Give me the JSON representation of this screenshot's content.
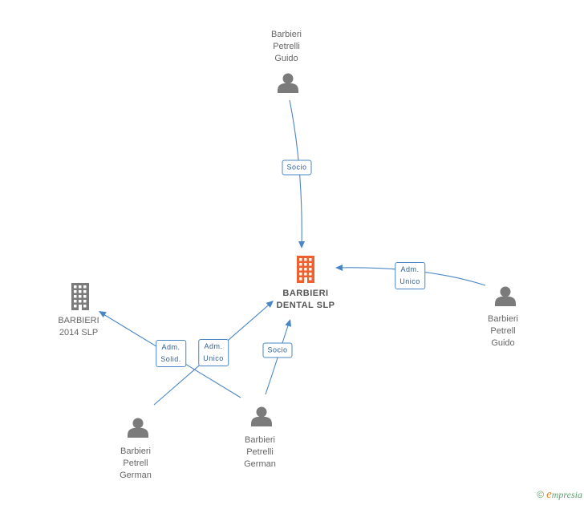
{
  "colors": {
    "edge": "#4a86c5",
    "person_icon": "#7b7b7b",
    "company_icon": "#7b7b7b",
    "focus_company_icon": "#f0602e",
    "brand_accent": "#f08a2c",
    "brand_text": "#5aa36a"
  },
  "nodes": [
    {
      "id": "guido_top",
      "type": "person",
      "label": "Barbieri\nPetrelli\nGuido"
    },
    {
      "id": "dental",
      "type": "company",
      "focus": true,
      "label": "BARBIERI\nDENTAL SLP"
    },
    {
      "id": "slp2014",
      "type": "company",
      "label": "BARBIERI\n2014  SLP"
    },
    {
      "id": "guido_right",
      "type": "person",
      "label": "Barbieri\nPetrell\nGuido"
    },
    {
      "id": "german_left",
      "type": "person",
      "label": "Barbieri\nPetrell\nGerman"
    },
    {
      "id": "german_mid",
      "type": "person",
      "label": "Barbieri\nPetrelli\nGerman"
    }
  ],
  "edges": [
    {
      "from": "guido_top",
      "to": "dental",
      "label": "Socio"
    },
    {
      "from": "guido_right",
      "to": "dental",
      "label": "Adm.\nUnico"
    },
    {
      "from": "german_mid",
      "to": "dental",
      "label": "Socio"
    },
    {
      "from": "german_left",
      "to": "dental",
      "label": "Adm.\nUnico"
    },
    {
      "from": "german_mid",
      "to": "slp2014",
      "label": "Adm.\nSolid."
    }
  ],
  "footer": {
    "copyright": "©",
    "brand_initial": "e",
    "brand_rest": "mpresia"
  }
}
